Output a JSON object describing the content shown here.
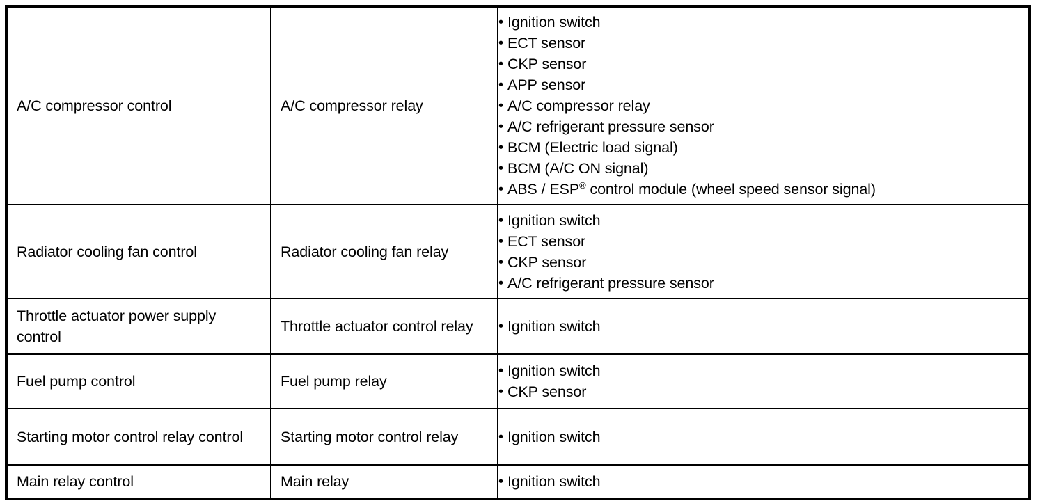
{
  "document": {
    "type": "specification-table",
    "columns": 3,
    "row_count": 6
  },
  "table": {
    "rows": [
      {
        "function": "A/C compressor control",
        "actuator": "A/C compressor relay",
        "signals": [
          {
            "text": "Ignition switch"
          },
          {
            "text": "ECT sensor"
          },
          {
            "text": "CKP sensor"
          },
          {
            "text": "APP sensor"
          },
          {
            "text": "A/C compressor relay"
          },
          {
            "text": "A/C refrigerant pressure sensor"
          },
          {
            "text": "BCM (Electric load signal)"
          },
          {
            "text": "BCM (A/C ON signal)"
          },
          {
            "text": "ABS / ESP",
            "sup": "®",
            "tail": " control module (wheel speed sensor signal)"
          }
        ]
      },
      {
        "function": "Radiator cooling fan control",
        "actuator": "Radiator cooling fan relay",
        "signals": [
          {
            "text": "Ignition switch"
          },
          {
            "text": "ECT sensor"
          },
          {
            "text": "CKP sensor"
          },
          {
            "text": "A/C refrigerant pressure sensor"
          }
        ]
      },
      {
        "function": "Throttle actuator power supply control",
        "actuator": "Throttle actuator control relay",
        "signals": [
          {
            "text": "Ignition switch"
          }
        ]
      },
      {
        "function": "Fuel pump control",
        "actuator": "Fuel pump relay",
        "signals": [
          {
            "text": "Ignition switch"
          },
          {
            "text": "CKP sensor"
          }
        ]
      },
      {
        "function": "Starting motor control relay control",
        "actuator": "Starting motor control relay",
        "signals": [
          {
            "text": "Ignition switch"
          }
        ]
      },
      {
        "function": "Main relay control",
        "actuator": "Main relay",
        "signals": [
          {
            "text": "Ignition switch"
          }
        ]
      }
    ]
  },
  "style": {
    "text_color": "#000000",
    "background": "#ffffff",
    "border_color": "#000000"
  }
}
